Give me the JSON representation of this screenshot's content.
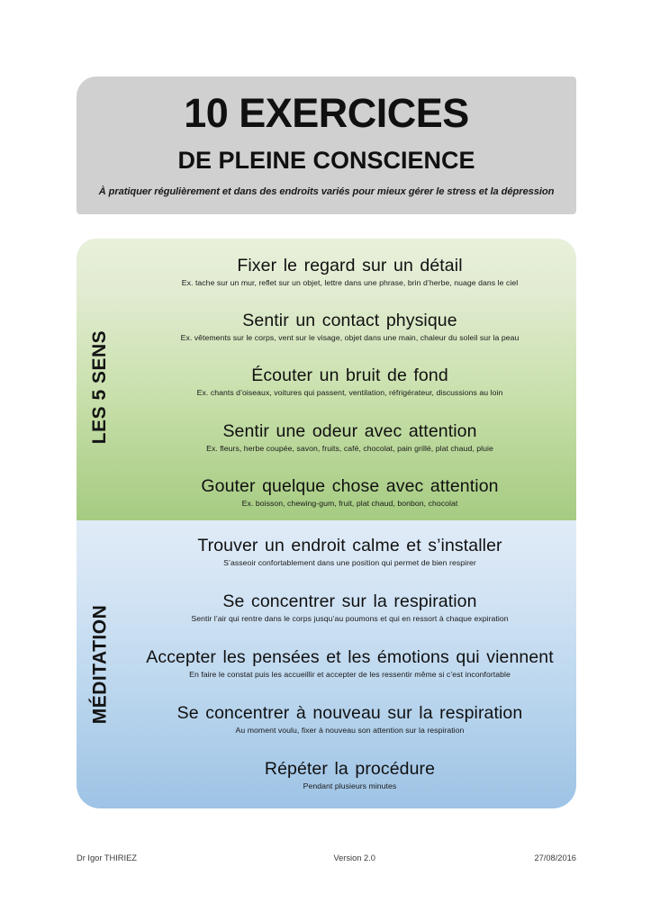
{
  "header": {
    "title_main": "10 EXERCICES",
    "title_sub": "DE PLEINE CONSCIENCE",
    "tagline": "À pratiquer régulièrement et dans des endroits variés pour mieux gérer le stress et la dépression",
    "background_color": "#d0d0d0"
  },
  "sections": [
    {
      "label": "LES 5 SENS",
      "gradient_from": "#e8f0da",
      "gradient_to": "#a5cb81",
      "items": [
        {
          "title": "Fixer le regard sur un détail",
          "example": "Ex. tache sur un mur, reflet sur un objet, lettre dans une phrase, brin d’herbe, nuage dans le ciel"
        },
        {
          "title": "Sentir un contact physique",
          "example": "Ex. vêtements sur le corps, vent sur le visage, objet dans une main, chaleur du soleil sur la peau"
        },
        {
          "title": "Écouter un bruit de fond",
          "example": "Ex. chants d’oiseaux, voitures qui passent, ventilation, réfrigérateur, discussions au loin"
        },
        {
          "title": "Sentir une odeur avec attention",
          "example": "Ex. fleurs, herbe coupée, savon, fruits, café, chocolat, pain grillé, plat chaud, pluie"
        },
        {
          "title": "Gouter quelque chose avec attention",
          "example": "Ex. boisson, chewing-gum, fruit, plat chaud, bonbon, chocolat"
        }
      ]
    },
    {
      "label": "MÉDITATION",
      "gradient_from": "#e0ebf7",
      "gradient_to": "#9ec3e5",
      "items": [
        {
          "title": "Trouver un endroit calme et s’installer",
          "example": "S’asseoir confortablement dans une position qui permet de bien respirer"
        },
        {
          "title": "Se concentrer sur la respiration",
          "example": "Sentir l’air qui rentre dans le corps jusqu’au poumons et qui en ressort à chaque expiration"
        },
        {
          "title": "Accepter les pensées et les émotions qui viennent",
          "example": "En faire le constat puis les accueillir et accepter de les ressentir même si c’est inconfortable"
        },
        {
          "title": "Se concentrer à nouveau sur la respiration",
          "example": "Au moment voulu, fixer à nouveau son attention sur la respiration"
        },
        {
          "title": "Répéter la procédure",
          "example": "Pendant plusieurs minutes"
        }
      ]
    }
  ],
  "footer": {
    "author": "Dr Igor THIRIEZ",
    "version": "Version 2.0",
    "date": "27/08/2016"
  }
}
